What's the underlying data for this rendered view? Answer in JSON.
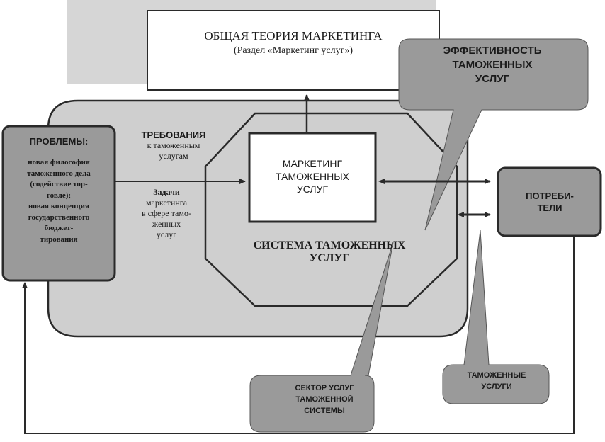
{
  "theory_box": {
    "title": "ОБЩАЯ ТЕОРИЯ МАРКЕТИНГА",
    "subtitle": "(Раздел «Маркетинг услуг»)"
  },
  "efficiency_callout": {
    "line1": "ЭФФЕКТИВНОСТЬ",
    "line2": "ТАМОЖЕННЫХ",
    "line3": "УСЛУГ"
  },
  "problems_box": {
    "title": "ПРОБЛЕМЫ:",
    "lines": [
      "новая философия",
      "таможенного дела",
      "(содействие тор-",
      "говле);",
      "новая концепция",
      "государственного",
      "бюджет-",
      "тирования"
    ]
  },
  "requirements_label": {
    "line1": "ТРЕБОВАНИЯ",
    "line2": "к таможенным",
    "line3": "услугам"
  },
  "tasks_label": {
    "line1": "Задачи",
    "line2": "маркетинга",
    "line3": "в сфере тамо-",
    "line4": "женных",
    "line5": "услуг"
  },
  "marketing_box": {
    "line1": "МАРКЕТИНГ",
    "line2": "ТАМОЖЕННЫХ",
    "line3": "УСЛУГ"
  },
  "system_label": {
    "line1": "СИСТЕМА ТАМОЖЕННЫХ",
    "line2": "УСЛУГ"
  },
  "consumers_box": {
    "line1": "ПОТРЕБИ-",
    "line2": "ТЕЛИ"
  },
  "sector_callout": {
    "line1": "СЕКТОР УСЛУГ",
    "line2": "ТАМОЖЕННОЙ",
    "line3": "СИСТЕМЫ"
  },
  "customs_callout": {
    "line1": "ТАМОЖЕННЫЕ",
    "line2": "УСЛУГИ"
  },
  "colors": {
    "dark_fill": "#9a9a9a",
    "light_fill": "#cfcfcf",
    "stripe_fill": "#d6d6d6",
    "line": "#2a2a2a"
  }
}
